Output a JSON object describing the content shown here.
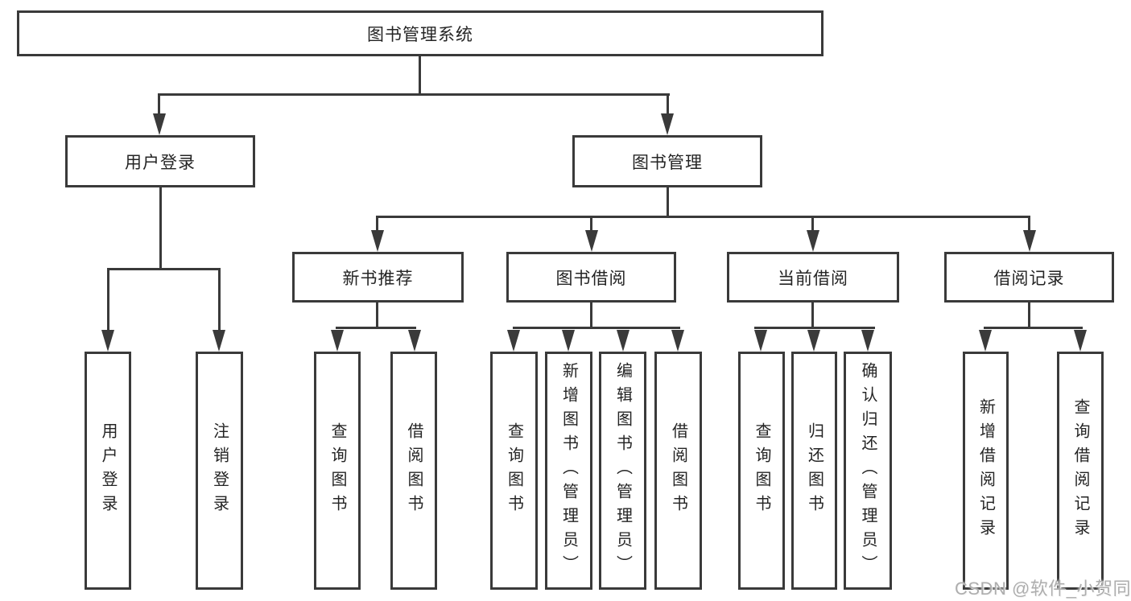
{
  "title": {
    "label": "图书管理系统"
  },
  "level2": [
    {
      "label": "用户登录"
    },
    {
      "label": "图书管理"
    }
  ],
  "level3": [
    {
      "label": "新书推荐"
    },
    {
      "label": "图书借阅"
    },
    {
      "label": "当前借阅"
    },
    {
      "label": "借阅记录"
    }
  ],
  "leaves": {
    "user_login": [
      "用户登录",
      "注销登录"
    ],
    "new_books": [
      "查询图书",
      "借阅图书"
    ],
    "book_borrow": [
      "查询图书",
      "新增图书（管理员）",
      "编辑图书（管理员）",
      "借阅图书"
    ],
    "current_borrow": [
      "查询图书",
      "归还图书",
      "确认归还（管理员）"
    ],
    "borrow_records": [
      "新增借阅记录",
      "查询借阅记录"
    ]
  },
  "watermark": "CSDN @软件_小贺同学",
  "colors": {
    "line": "#3a3a3a",
    "text": "#242424",
    "watermark": "#aeaeae",
    "background": "#ffffff"
  }
}
